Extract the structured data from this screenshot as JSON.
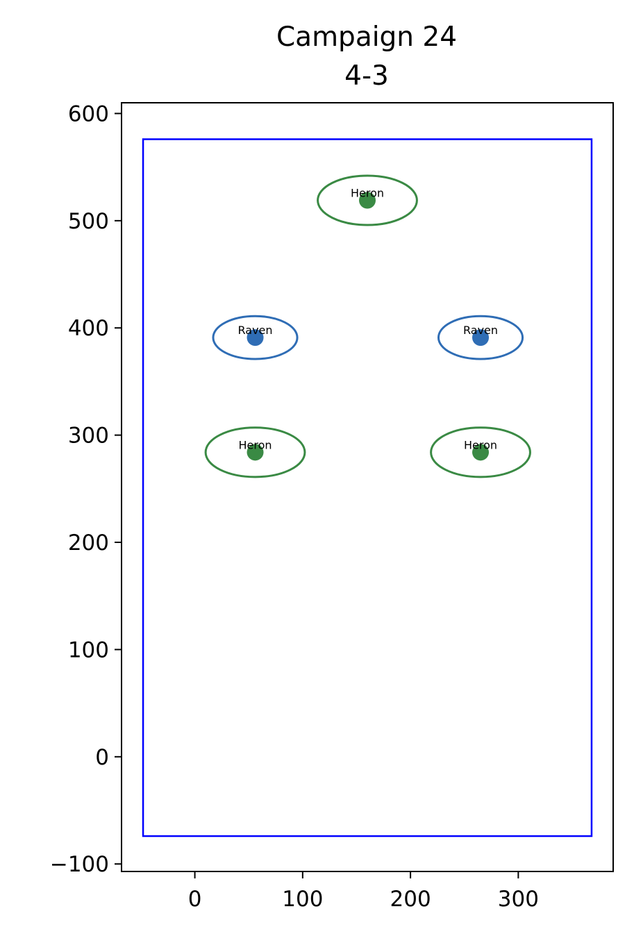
{
  "chart_data": {
    "type": "scatter",
    "title": "Campaign 24",
    "subtitle": "4-3",
    "xlabel": "",
    "ylabel": "",
    "xlim": [
      -68,
      388
    ],
    "ylim": [
      -107,
      610
    ],
    "xticks": [
      0,
      100,
      200,
      300
    ],
    "yticks": [
      -100,
      0,
      100,
      200,
      300,
      400,
      500,
      600
    ],
    "xtick_labels": [
      "0",
      "100",
      "200",
      "300"
    ],
    "ytick_labels": [
      "−100",
      "0",
      "100",
      "200",
      "300",
      "400",
      "500",
      "600"
    ],
    "grid": false,
    "legend": "none",
    "boundary": {
      "x0": -48,
      "x1": 368,
      "y0": -74,
      "y1": 576,
      "color": "#0000ff"
    },
    "points": [
      {
        "label": "Heron",
        "x": 160,
        "y": 519,
        "rx": 46,
        "ry": 23,
        "color": "#3a8a44"
      },
      {
        "label": "Raven",
        "x": 56,
        "y": 391,
        "rx": 39,
        "ry": 20,
        "color": "#2f6db5"
      },
      {
        "label": "Raven",
        "x": 265,
        "y": 391,
        "rx": 39,
        "ry": 20,
        "color": "#2f6db5"
      },
      {
        "label": "Heron",
        "x": 56,
        "y": 284,
        "rx": 46,
        "ry": 23,
        "color": "#3a8a44"
      },
      {
        "label": "Heron",
        "x": 265,
        "y": 284,
        "rx": 46,
        "ry": 23,
        "color": "#3a8a44"
      }
    ]
  }
}
